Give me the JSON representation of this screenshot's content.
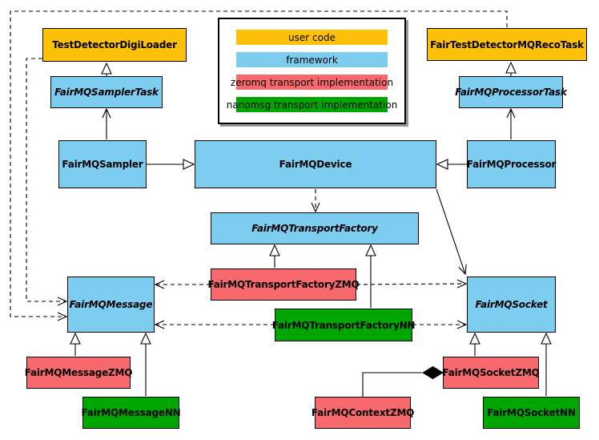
{
  "colors": {
    "user_code": "#FFC107",
    "framework": "#7DCDF1",
    "zeromq": "#F8696D",
    "nanomsg": "#00A600",
    "line": "#000000",
    "legend_shadow": "#999999",
    "background": "#FFFFFF"
  },
  "legend": {
    "items": [
      {
        "label": "user code",
        "color": "#FFC107"
      },
      {
        "label": "framework",
        "color": "#7DCDF1"
      },
      {
        "label": "zeromq transport implementation",
        "color": "#F8696D"
      },
      {
        "label": "nanomsg transport implementation",
        "color": "#00A600"
      }
    ]
  },
  "nodes": {
    "testDetectorDigiLoader": {
      "label": "TestDetectorDigiLoader",
      "category": "user code",
      "abstract": false
    },
    "fairTestDetectorMQRecoTask": {
      "label": "FairTestDetectorMQRecoTask",
      "category": "user code",
      "abstract": false
    },
    "fairMQSamplerTask": {
      "label": "FairMQSamplerTask",
      "category": "framework",
      "abstract": true
    },
    "fairMQProcessorTask": {
      "label": "FairMQProcessorTask",
      "category": "framework",
      "abstract": true
    },
    "fairMQSampler": {
      "label": "FairMQSampler",
      "category": "framework",
      "abstract": false
    },
    "fairMQDevice": {
      "label": "FairMQDevice",
      "category": "framework",
      "abstract": false
    },
    "fairMQProcessor": {
      "label": "FairMQProcessor",
      "category": "framework",
      "abstract": false
    },
    "fairMQTransportFactory": {
      "label": "FairMQTransportFactory",
      "category": "framework",
      "abstract": true
    },
    "fairMQTransportFactoryZMQ": {
      "label": "FairMQTransportFactoryZMQ",
      "category": "zeromq transport implementation",
      "abstract": false
    },
    "fairMQTransportFactoryNN": {
      "label": "FairMQTransportFactoryNN",
      "category": "nanomsg transport implementation",
      "abstract": false
    },
    "fairMQMessage": {
      "label": "FairMQMessage",
      "category": "framework",
      "abstract": true
    },
    "fairMQSocket": {
      "label": "FairMQSocket",
      "category": "framework",
      "abstract": true
    },
    "fairMQMessageZMQ": {
      "label": "FairMQMessageZMQ",
      "category": "zeromq transport implementation",
      "abstract": false
    },
    "fairMQMessageNN": {
      "label": "FairMQMessageNN",
      "category": "nanomsg transport implementation",
      "abstract": false
    },
    "fairMQSocketZMQ": {
      "label": "FairMQSocketZMQ",
      "category": "zeromq transport implementation",
      "abstract": false
    },
    "fairMQSocketNN": {
      "label": "FairMQSocketNN",
      "category": "nanomsg transport implementation",
      "abstract": false
    },
    "fairMQContextZMQ": {
      "label": "FairMQContextZMQ",
      "category": "zeromq transport implementation",
      "abstract": false
    }
  },
  "edges": [
    {
      "type": "inheritance-triangle",
      "from": "FairMQSamplerTask",
      "to": "TestDetectorDigiLoader"
    },
    {
      "type": "inheritance-triangle",
      "from": "FairMQProcessorTask",
      "to": "FairTestDetectorMQRecoTask"
    },
    {
      "type": "open-arrow",
      "from": "FairMQSampler",
      "to": "FairMQSamplerTask"
    },
    {
      "type": "open-arrow",
      "from": "FairMQProcessor",
      "to": "FairMQProcessorTask"
    },
    {
      "type": "inheritance-triangle",
      "from": "FairMQSampler",
      "to": "FairMQDevice"
    },
    {
      "type": "inheritance-triangle",
      "from": "FairMQProcessor",
      "to": "FairMQDevice"
    },
    {
      "type": "dashed-dependency",
      "from": "FairMQDevice",
      "to": "FairMQTransportFactory"
    },
    {
      "type": "open-arrow",
      "from": "FairMQDevice",
      "to": "FairMQSocket"
    },
    {
      "type": "inheritance-triangle",
      "from": "FairMQTransportFactoryZMQ",
      "to": "FairMQTransportFactory"
    },
    {
      "type": "inheritance-triangle",
      "from": "FairMQTransportFactoryNN",
      "to": "FairMQTransportFactory"
    },
    {
      "type": "dashed-dependency",
      "from": "FairTestDetectorMQRecoTask",
      "to": "FairMQMessage"
    },
    {
      "type": "dashed-dependency",
      "from": "TestDetectorDigiLoader",
      "to": "FairMQMessage"
    },
    {
      "type": "dashed-dependency",
      "from": "FairMQTransportFactoryZMQ",
      "to": "FairMQMessage"
    },
    {
      "type": "dashed-dependency",
      "from": "FairMQTransportFactoryZMQ",
      "to": "FairMQSocket"
    },
    {
      "type": "dashed-dependency",
      "from": "FairMQTransportFactoryNN",
      "to": "FairMQMessage"
    },
    {
      "type": "dashed-dependency",
      "from": "FairMQTransportFactoryNN",
      "to": "FairMQSocket"
    },
    {
      "type": "inheritance-triangle",
      "from": "FairMQMessageZMQ",
      "to": "FairMQMessage"
    },
    {
      "type": "inheritance-triangle",
      "from": "FairMQMessageNN",
      "to": "FairMQMessage"
    },
    {
      "type": "inheritance-triangle",
      "from": "FairMQSocketZMQ",
      "to": "FairMQSocket"
    },
    {
      "type": "inheritance-triangle",
      "from": "FairMQSocketNN",
      "to": "FairMQSocket"
    },
    {
      "type": "composition-diamond",
      "from": "FairMQContextZMQ",
      "to": "FairMQSocketZMQ"
    }
  ]
}
